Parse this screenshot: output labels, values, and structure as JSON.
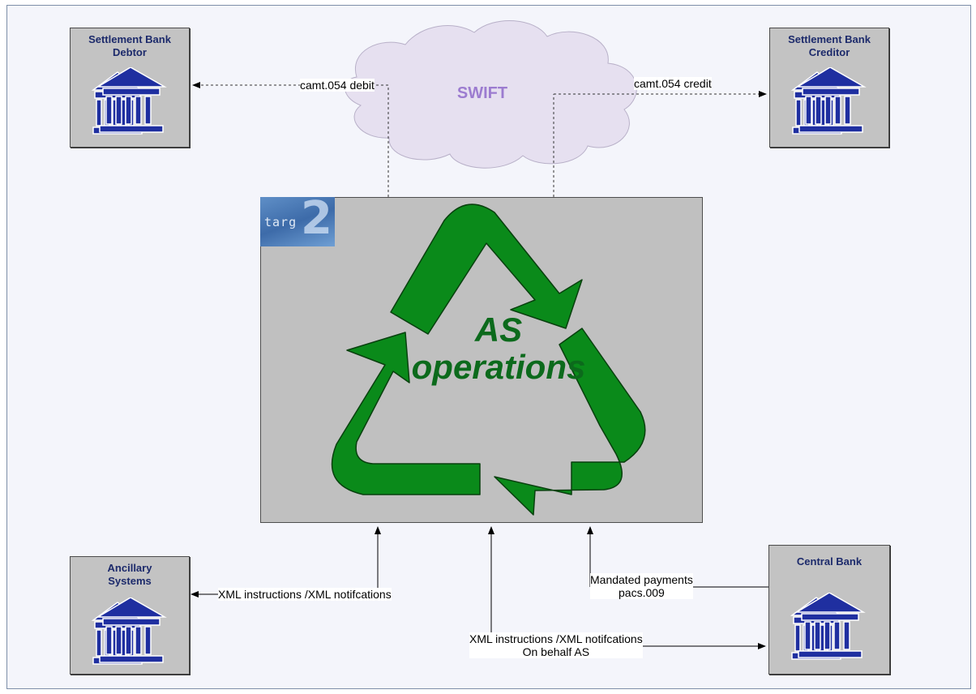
{
  "nodes": {
    "debtor": {
      "title": "Settlement Bank\nDebtor",
      "icon": "bank-icon"
    },
    "creditor": {
      "title": "Settlement Bank\nCreditor",
      "icon": "bank-icon"
    },
    "ancillary": {
      "title": "Ancillary\nSystems",
      "icon": "bank-icon"
    },
    "central_bank": {
      "title": "Central Bank",
      "icon": "bank-icon"
    }
  },
  "network": {
    "label": "SWIFT"
  },
  "core": {
    "logo_text": "targ",
    "logo_number": "2",
    "title": "AS\noperations",
    "icon": "recycle-arrows-icon"
  },
  "flows": {
    "debit": "camt.054 debit",
    "credit": "camt.054 credit",
    "as_messages": "XML instructions /XML notifcations",
    "mandated": "Mandated payments\npacs.009",
    "on_behalf": "XML instructions /XML notifcations\nOn behalf AS"
  },
  "colors": {
    "node_title": "#1c2a6b",
    "recycle_arrows": "#0a8a1a",
    "core_title": "#0c6a1c",
    "cloud_fill": "#e6e0f0",
    "cloud_text": "#9c7cd0",
    "bank_icon": "#1f2fa0"
  }
}
